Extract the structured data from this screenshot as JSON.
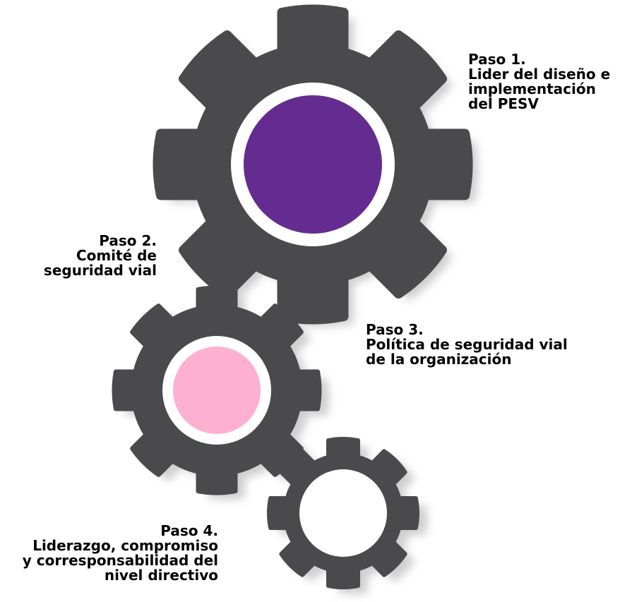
{
  "colors": {
    "gear": "#4a4a4c",
    "gear_shadow": "#cfcfcf",
    "ring": "#ffffff",
    "step1_fill": "#642c90",
    "step3_fill": "#fdb0cf",
    "step4_fill": "#ffffff"
  },
  "steps": [
    {
      "title": "Paso 1.",
      "lines": [
        "Lider del diseño e",
        "implementación",
        "del PESV"
      ]
    },
    {
      "title": "Paso 2.",
      "lines": [
        "Comité de",
        "seguridad vial"
      ]
    },
    {
      "title": "Paso 3.",
      "lines": [
        "Política de seguridad vial",
        "de la organización"
      ]
    },
    {
      "title": "Paso 4.",
      "lines": [
        "Liderazgo, compromiso",
        "y corresponsabilidad del",
        "nivel directivo"
      ]
    }
  ]
}
